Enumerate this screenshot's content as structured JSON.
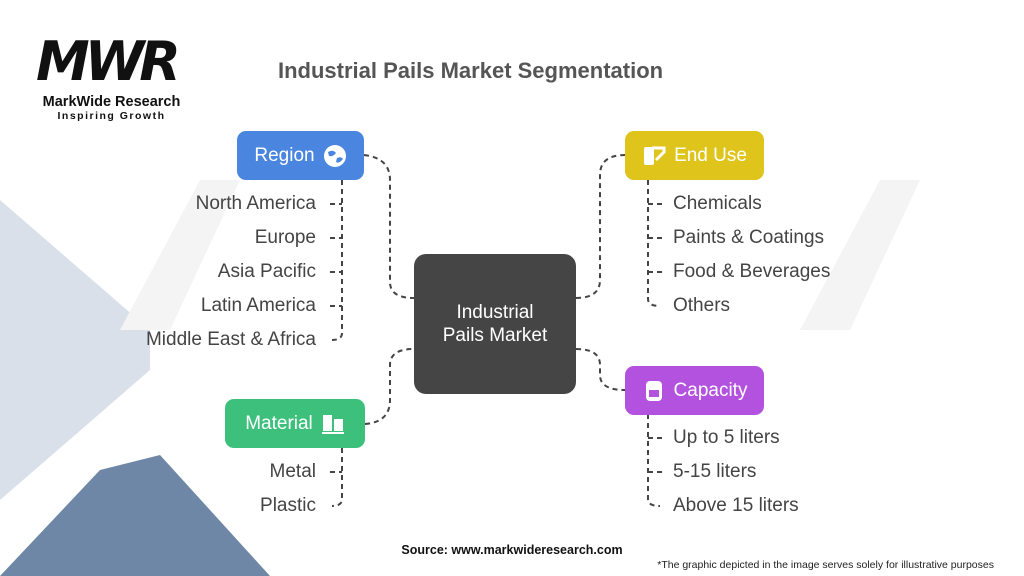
{
  "logo": {
    "mark": "MWR",
    "name": "MarkWide Research",
    "tagline": "Inspiring Growth"
  },
  "title": "Industrial Pails Market Segmentation",
  "center": {
    "line1": "Industrial",
    "line2": "Pails Market"
  },
  "segments": {
    "region": {
      "label": "Region",
      "icon": "globe-icon",
      "color": "#4a86e0",
      "items": [
        "North America",
        "Europe",
        "Asia Pacific",
        "Latin America",
        "Middle East & Africa"
      ]
    },
    "material": {
      "label": "Material",
      "icon": "material-blocks-icon",
      "color": "#3dc07b",
      "items": [
        "Metal",
        "Plastic"
      ]
    },
    "end_use": {
      "label": "End Use",
      "icon": "paint-roller-icon",
      "color": "#dfc41c",
      "items": [
        "Chemicals",
        "Paints & Coatings",
        "Food & Beverages",
        "Others"
      ]
    },
    "capacity": {
      "label": "Capacity",
      "icon": "pail-icon",
      "color": "#b452e0",
      "items": [
        "Up to 5 liters",
        "5-15 liters",
        "Above 15 liters"
      ]
    }
  },
  "source": "Source: www.markwideresearch.com",
  "disclaimer": "*The graphic depicted in the image serves solely for illustrative purposes"
}
